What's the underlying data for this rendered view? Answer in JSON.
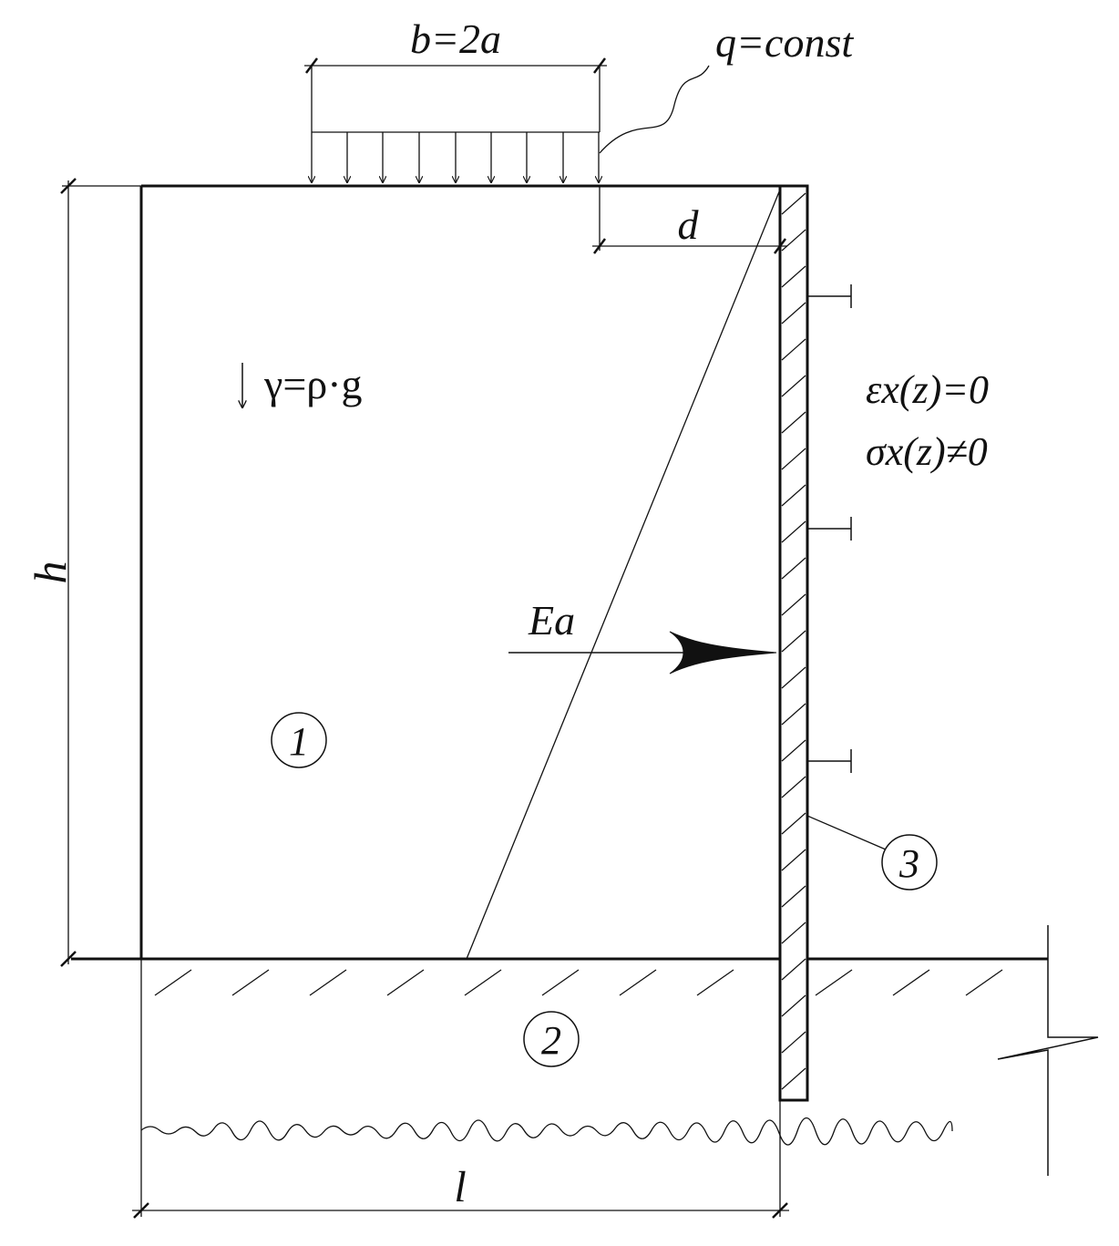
{
  "labels": {
    "load_width": "b=2a",
    "load": "q=const",
    "offset": "d",
    "height": "h",
    "unit_weight": "γ=ρ·g",
    "strain_condition": "εx(z)=0",
    "stress_condition": "σx(z)≠0",
    "thrust": "Ea",
    "length": "l"
  },
  "zones": {
    "backfill": "1",
    "foundation_soil": "2",
    "wall": "3"
  }
}
